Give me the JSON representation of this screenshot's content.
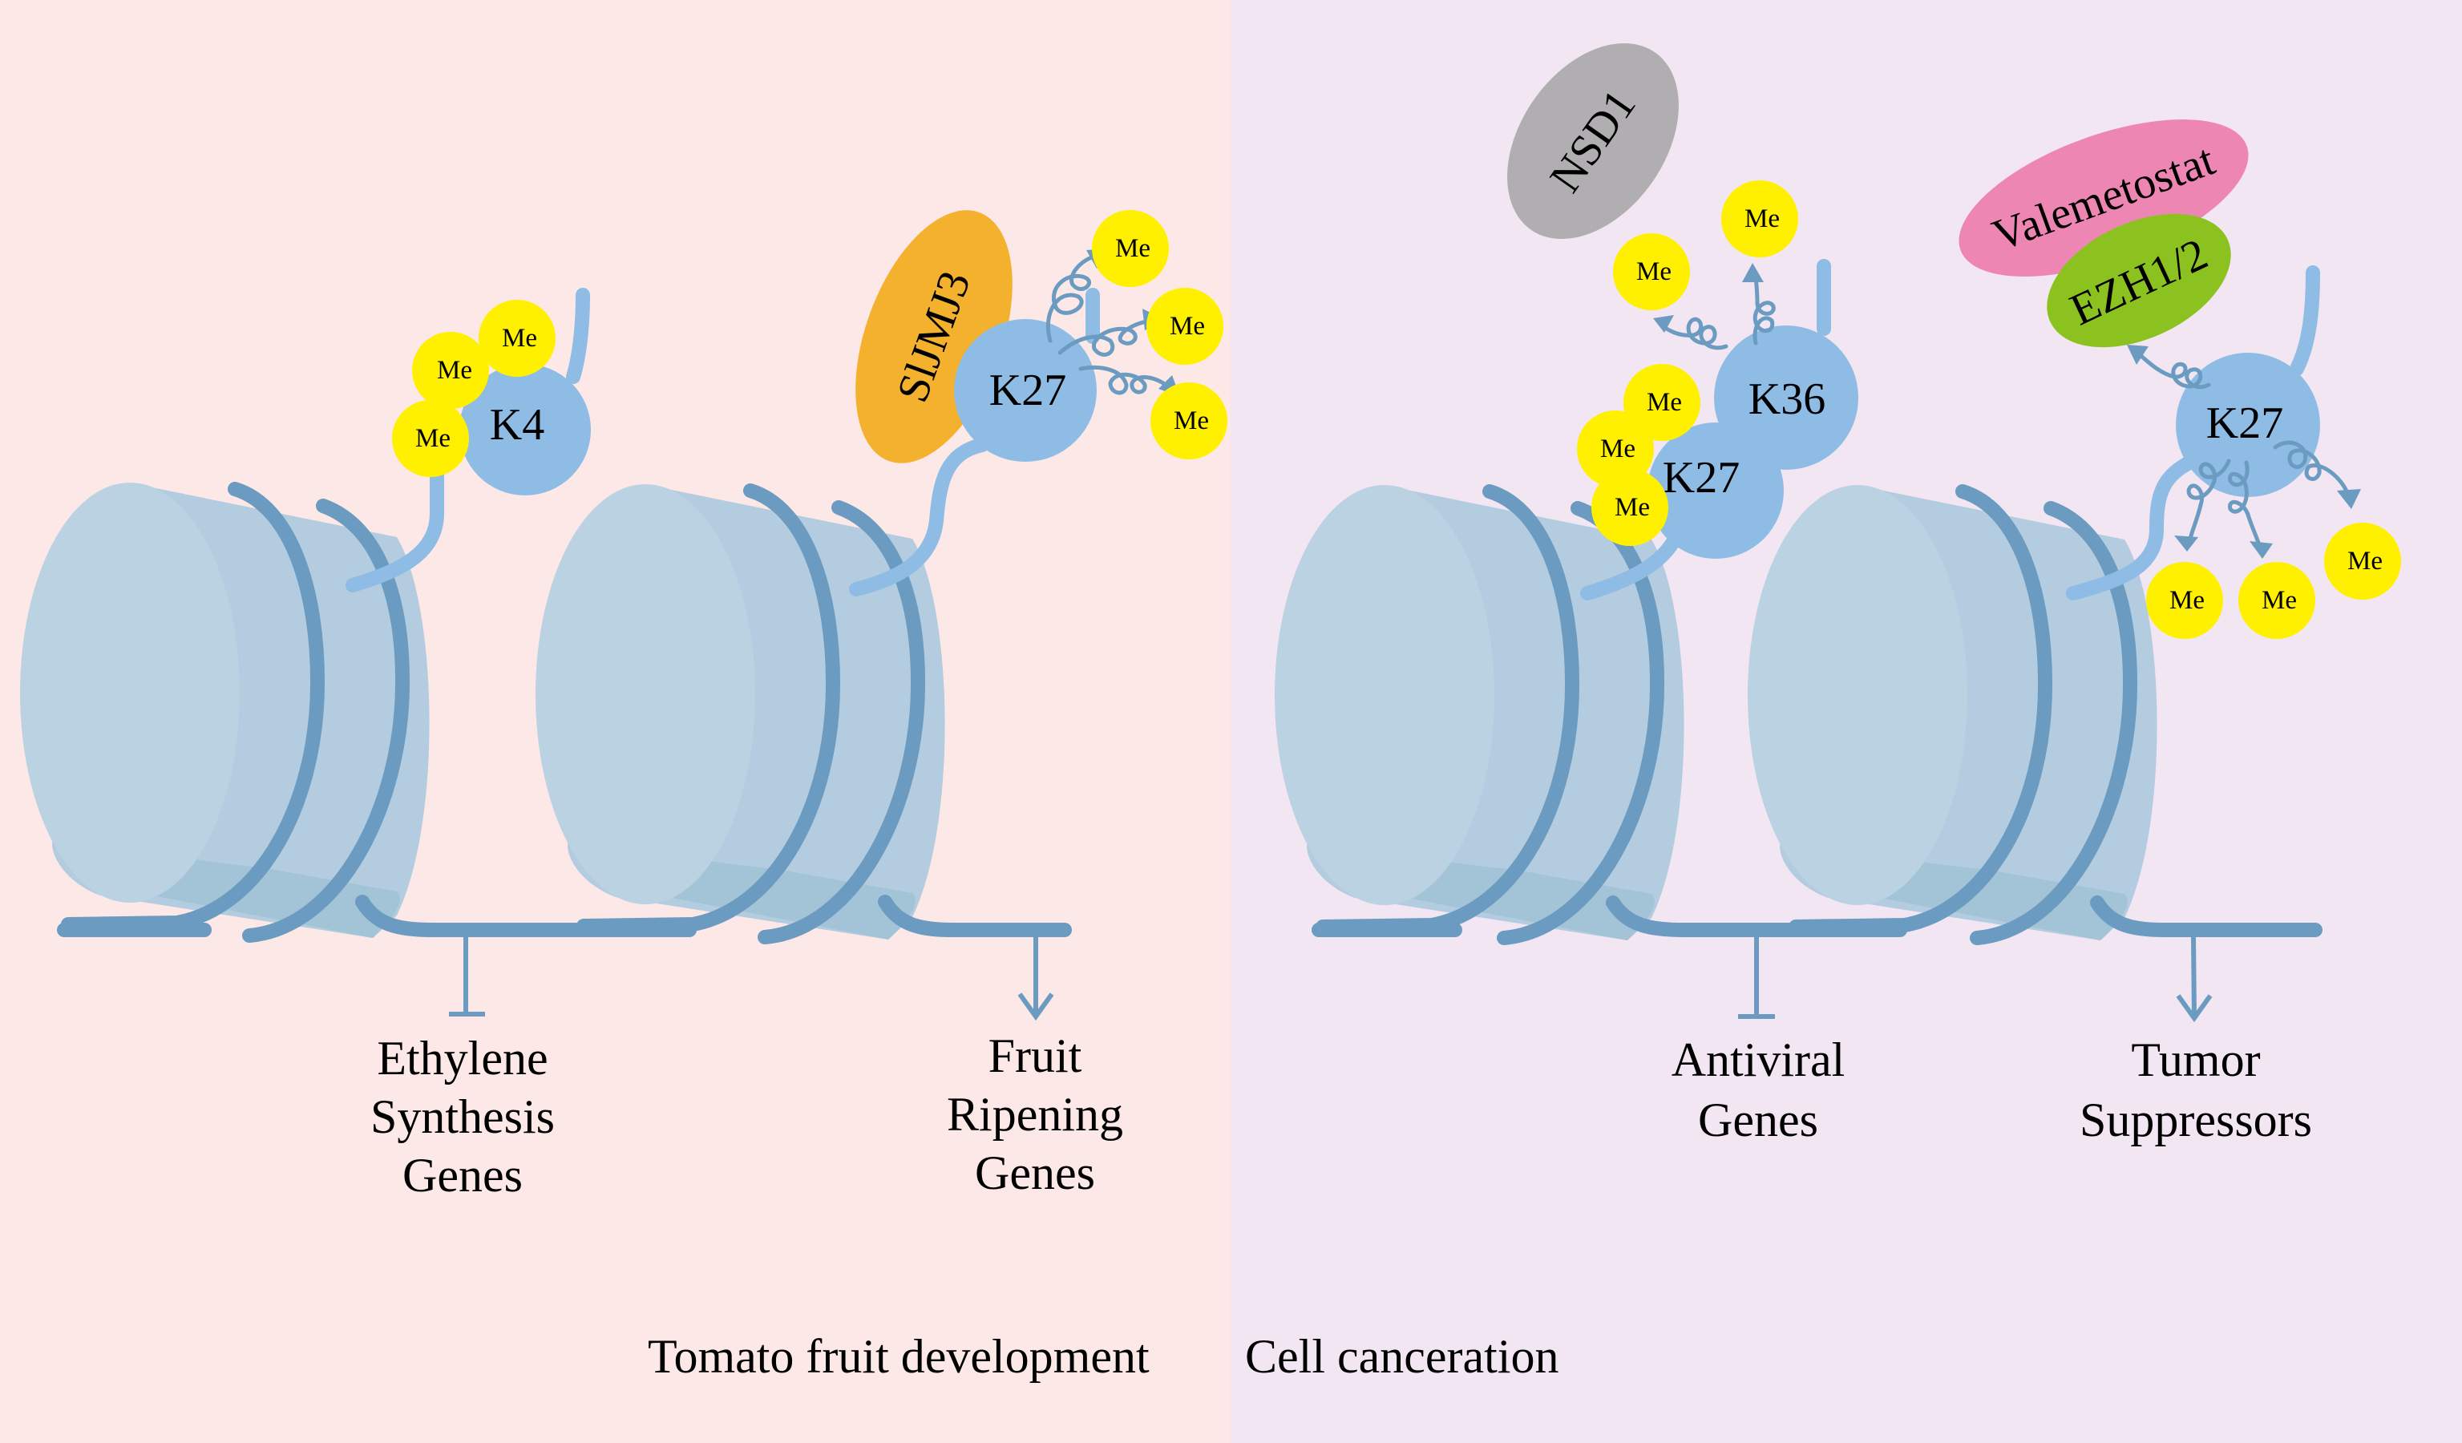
{
  "colors": {
    "left_panel_bg": "#fce8e6",
    "right_panel_bg": "#f1e6f2",
    "nucleosome": "#bad2e2",
    "dna": "#6b9bc0",
    "histone_residue": "#8fbce5",
    "methyl_group": "#fff000",
    "sljmj3": "#f4b12e",
    "nsd1": "#b0aeb0",
    "valemetostat": "#ee86b4",
    "ezh12": "#8cc21f"
  },
  "panels": {
    "left": {
      "caption": "Tomato fruit development",
      "histone_marks": [
        {
          "residue": "K4",
          "methyl_label": "Me",
          "methyl_count": 3
        },
        {
          "residue": "K27",
          "methyl_label": "Me",
          "methyl_count": 3,
          "enzyme": "SlJMJ3",
          "effect": "demethylation"
        }
      ],
      "targets": [
        {
          "lines": [
            "Ethylene",
            "Synthesis",
            "Genes"
          ],
          "regulation": "inhibit"
        },
        {
          "lines": [
            "Fruit",
            "Ripening",
            "Genes"
          ],
          "regulation": "activate"
        }
      ]
    },
    "right": {
      "caption": "Cell canceration",
      "histone_marks": [
        {
          "residue": "K36",
          "methyl_label": "Me",
          "methyl_count": 2,
          "enzyme": "NSD1",
          "effect": "demethylation"
        },
        {
          "residue": "K27",
          "methyl_label": "Me",
          "methyl_count": 3
        },
        {
          "residue": "K27",
          "methyl_label": "Me",
          "methyl_count": 3,
          "enzyme": "EZH1/2",
          "inhibitor": "Valemetostat",
          "effect": "demethylation"
        }
      ],
      "targets": [
        {
          "lines": [
            "Antiviral",
            "Genes"
          ],
          "regulation": "inhibit"
        },
        {
          "lines": [
            "Tumor",
            "Suppressors"
          ],
          "regulation": "activate"
        }
      ]
    }
  },
  "labels": {
    "me": "Me",
    "k4": "K4",
    "k27": "K27",
    "k36": "K36",
    "sljmj3": "SlJMJ3",
    "nsd1": "NSD1",
    "valemetostat": "Valemetostat",
    "ezh12": "EZH1/2"
  }
}
